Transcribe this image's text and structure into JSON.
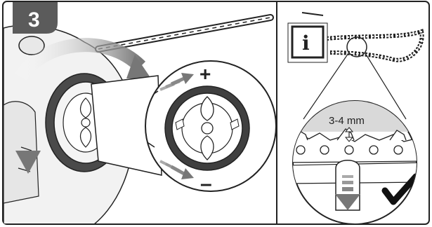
{
  "step": {
    "number": "3"
  },
  "info": {
    "icon_letter": "i"
  },
  "adjust": {
    "plus": "+",
    "minus": "–"
  },
  "tension": {
    "label": "3-4 mm"
  },
  "colors": {
    "badge_bg": "#5b5b5b",
    "arrow_gray": "#8a8a8a",
    "outline": "#222222",
    "tension_gray": "#d9d9d9",
    "check": "#111111"
  }
}
